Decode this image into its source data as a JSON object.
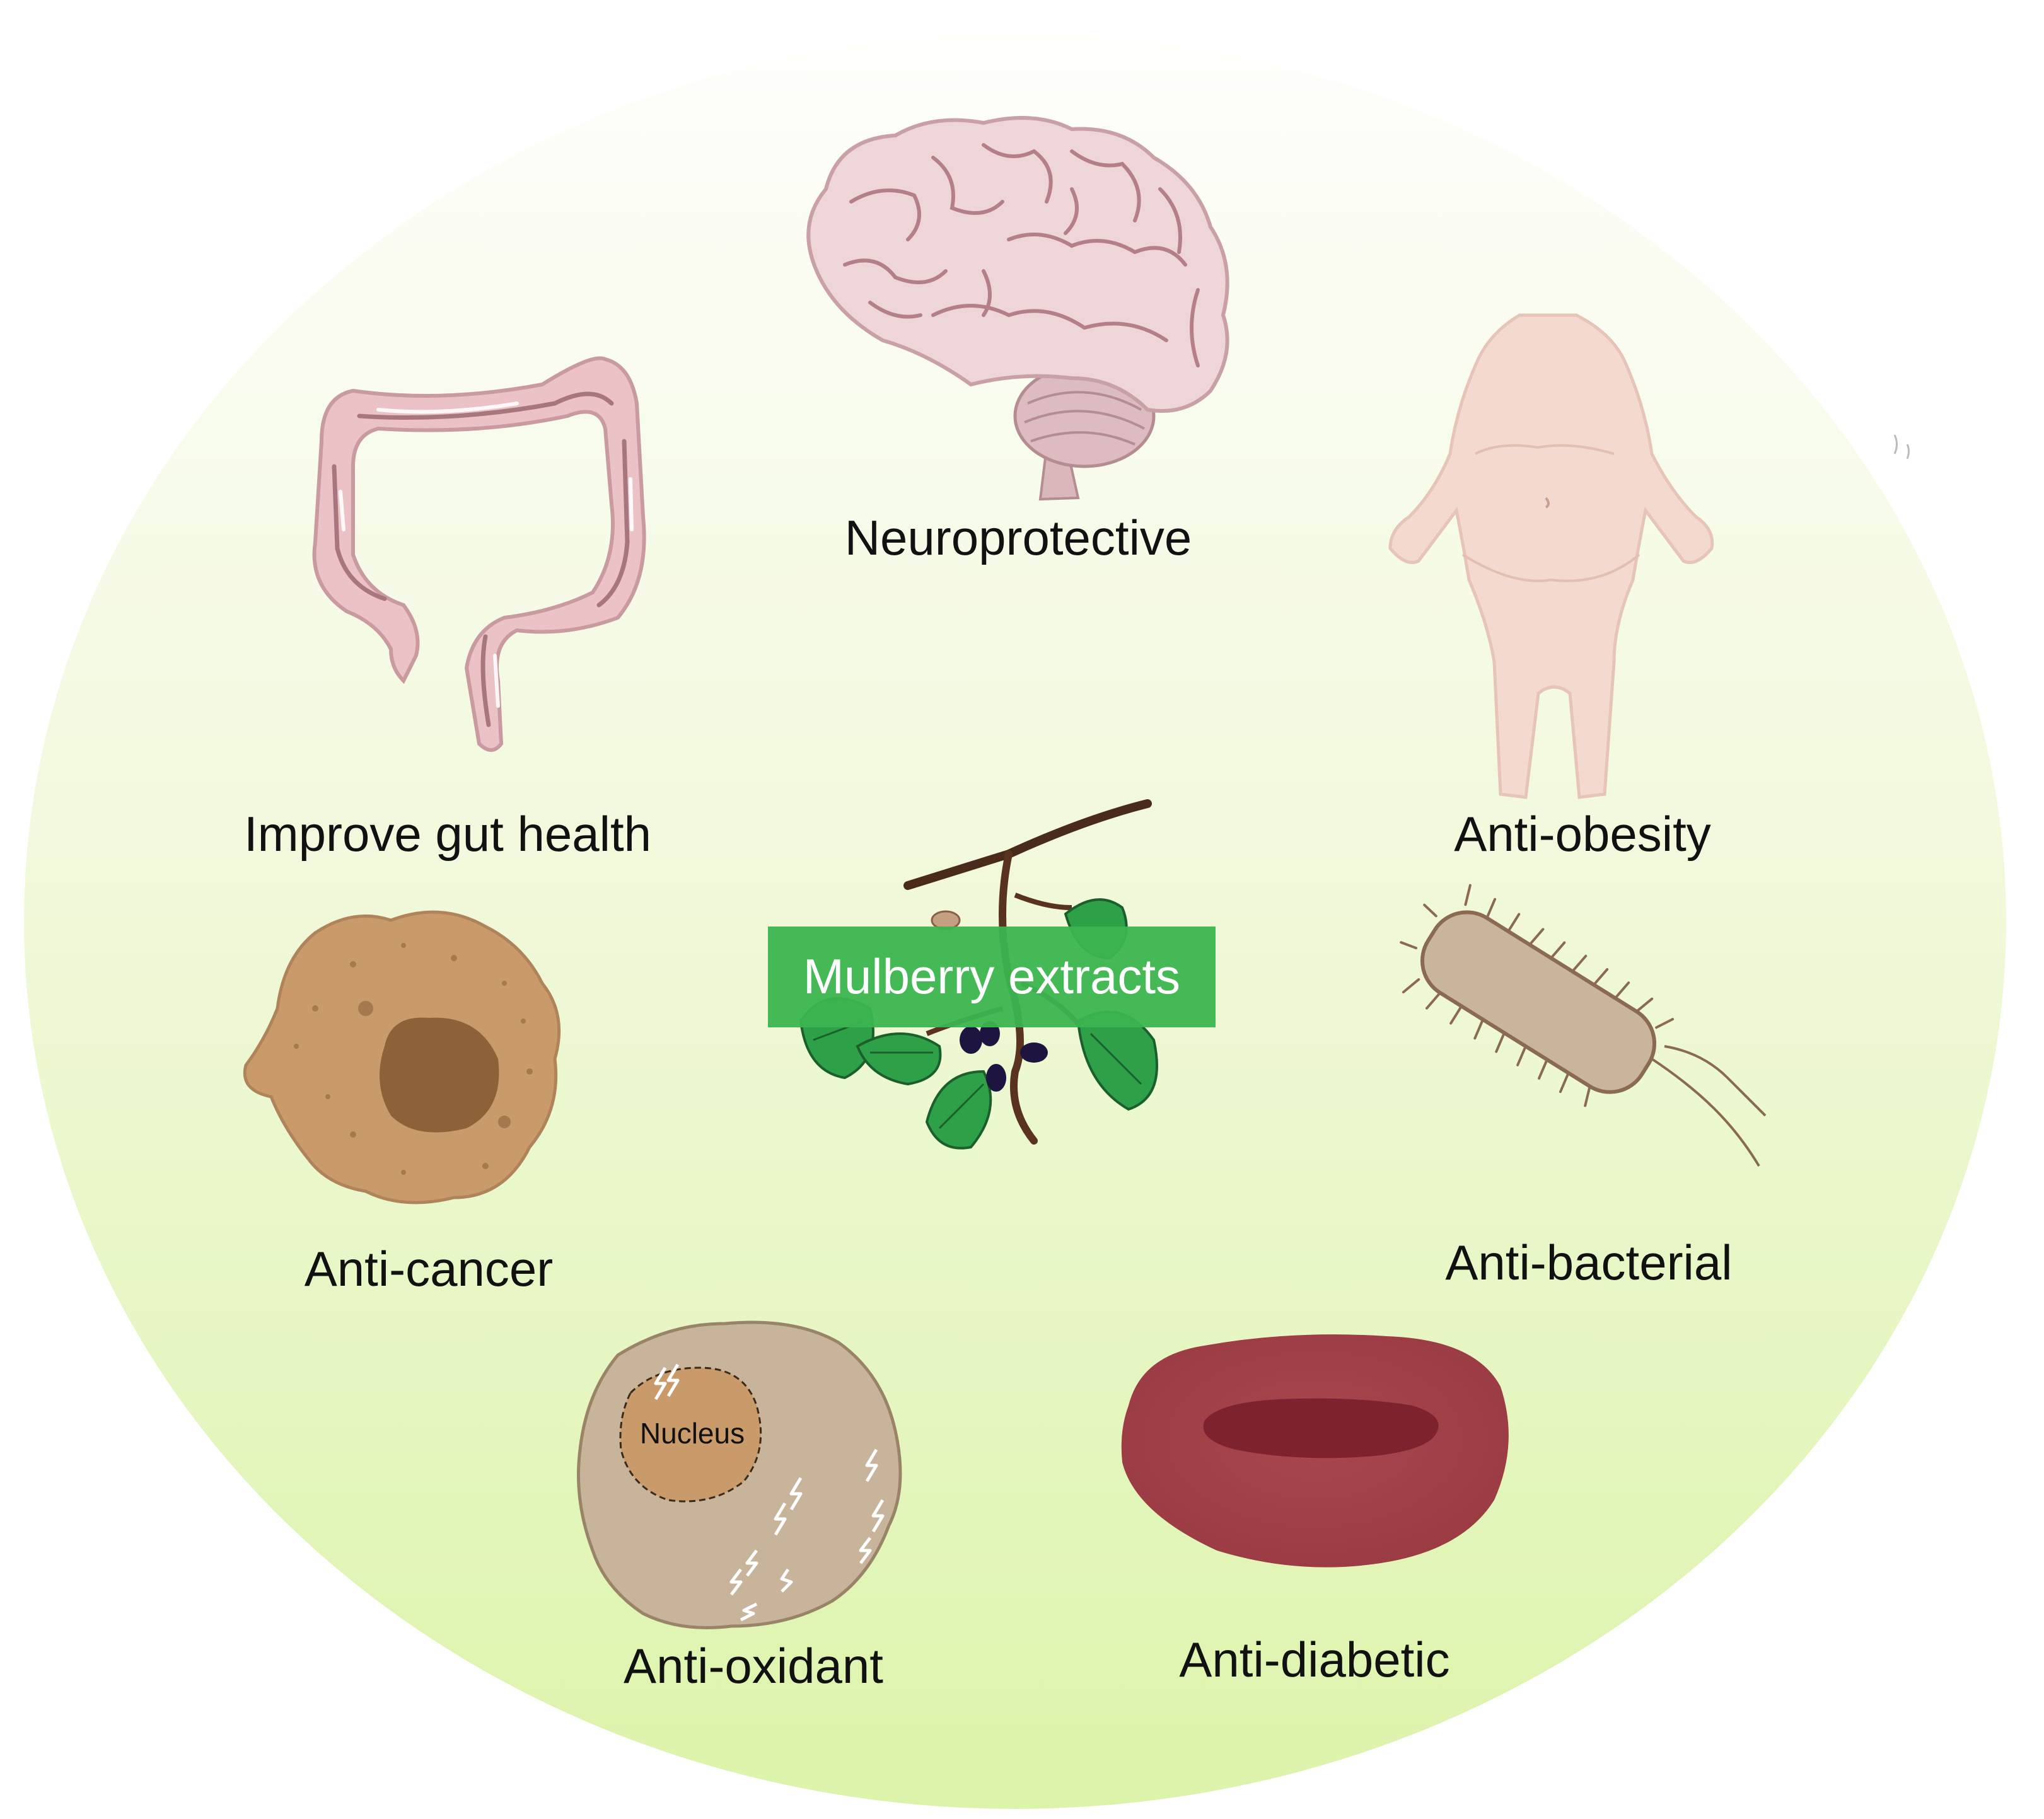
{
  "center": {
    "label": "Mulberry extracts"
  },
  "effects": {
    "neuroprotective": "Neuroprotective",
    "gut": "Improve gut health",
    "obesity": "Anti-obesity",
    "cancer": "Anti-cancer",
    "bacterial": "Anti-bacterial",
    "oxidant": "Anti-oxidant",
    "oxidant_nucleus": "Nucleus",
    "diabetic": "Anti-diabetic"
  },
  "icons": {
    "neuroprotective": "brain-icon",
    "gut": "colon-icon",
    "obesity": "human-body-icon",
    "cancer": "cancer-cell-icon",
    "bacterial": "bacterium-icon",
    "oxidant": "oxidized-cell-icon",
    "diabetic": "red-blood-cell-icon",
    "center": "mulberry-branch-icon"
  },
  "colors": {
    "background_top": "#fdfdf8",
    "background_bottom": "#dff5b0",
    "center_box": "#3cb550",
    "brain": "#eed5d8",
    "colon": "#ebc3c6",
    "body": "#f3d9cf",
    "cancer_cell": "#c99a6a",
    "bacterium": "#c9b49c",
    "oxidant_cell": "#c7b49a",
    "red_blood_cell": "#a4424a"
  }
}
